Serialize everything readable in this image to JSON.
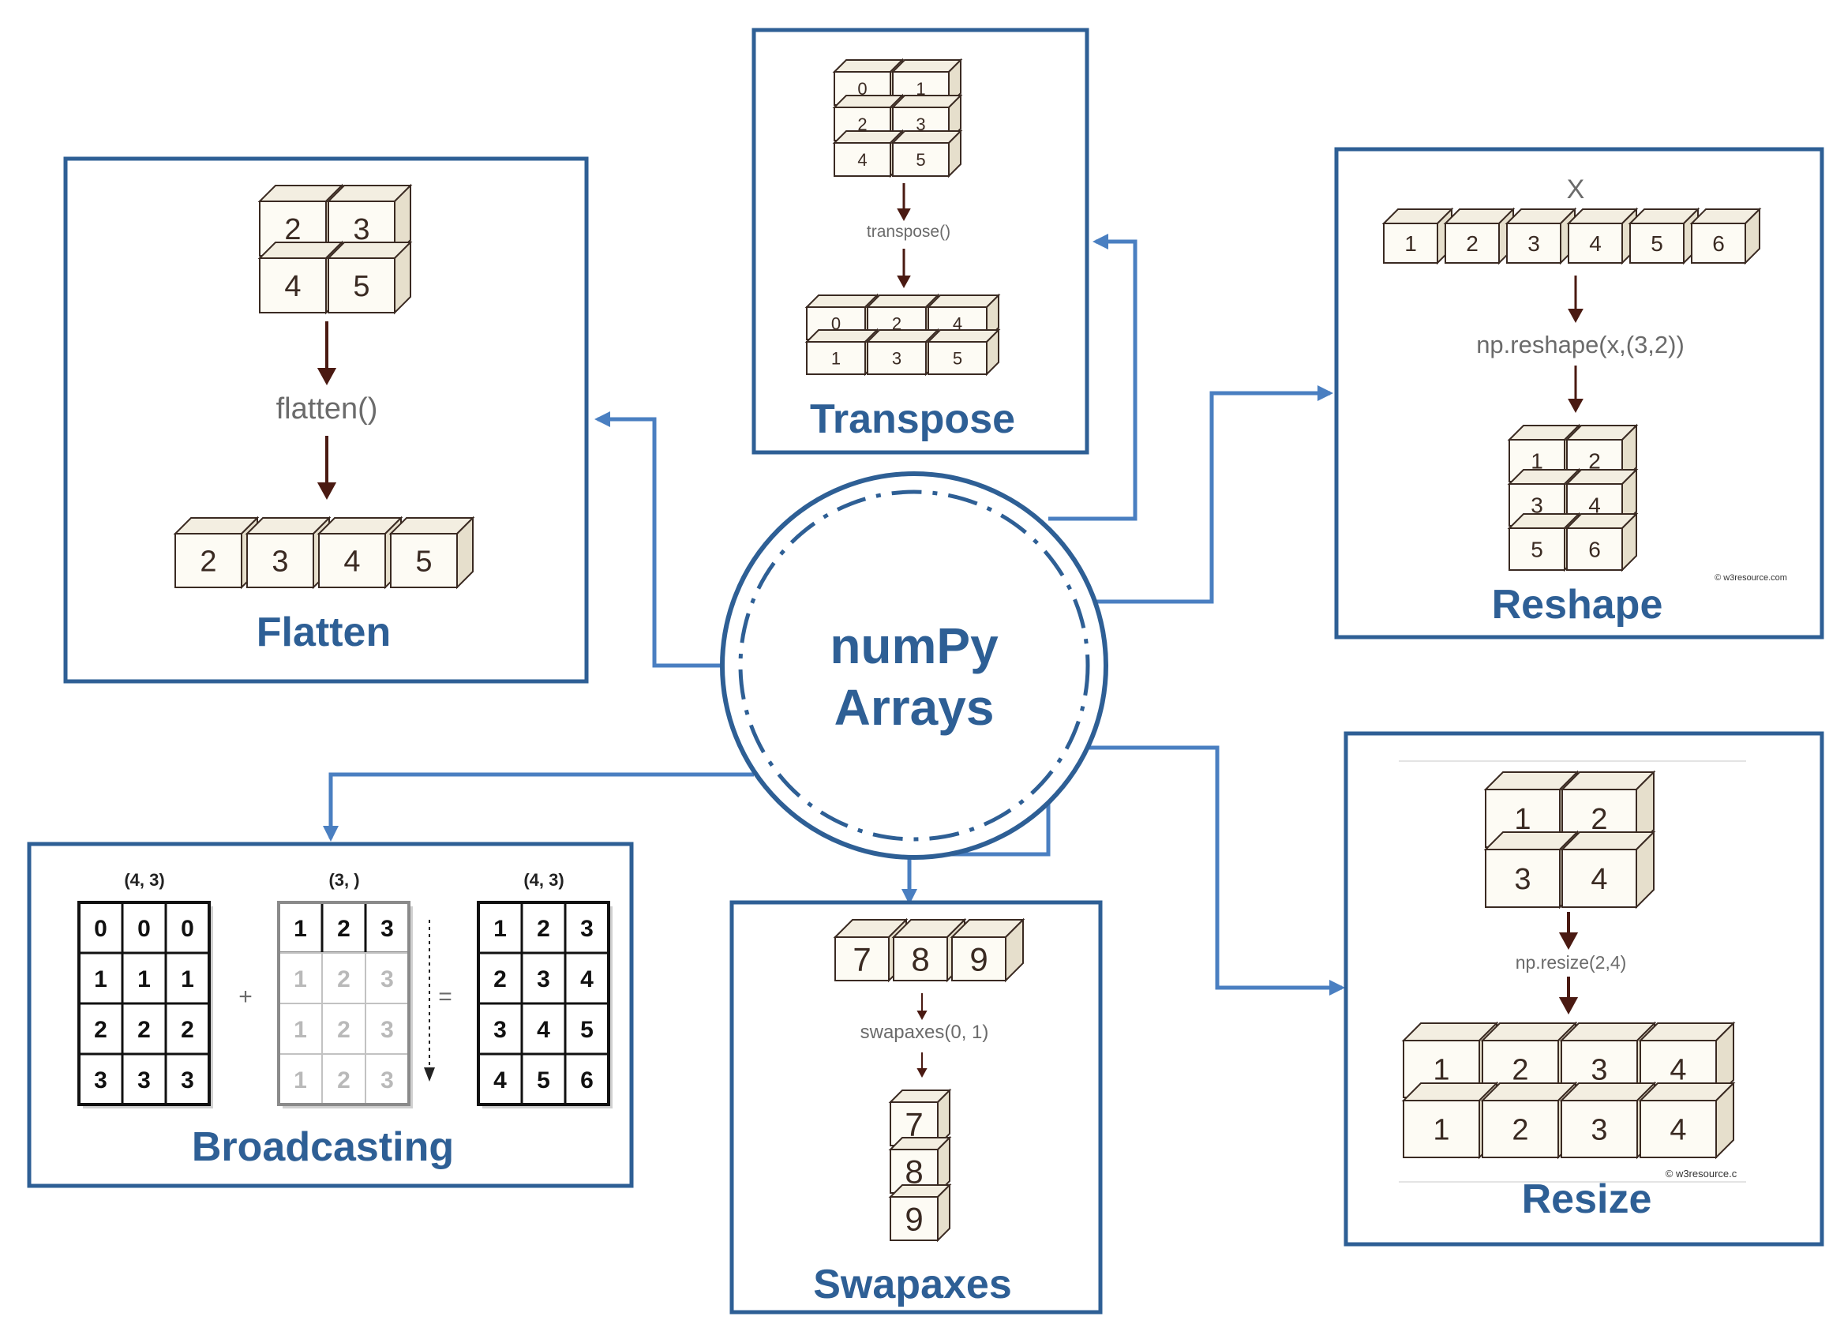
{
  "center": {
    "line1": "numPy",
    "line2": "Arrays"
  },
  "panels": {
    "flatten": {
      "title": "Flatten",
      "operation": "flatten()",
      "input": [
        [
          "2",
          "3"
        ],
        [
          "4",
          "5"
        ]
      ],
      "output": [
        "2",
        "3",
        "4",
        "5"
      ]
    },
    "transpose": {
      "title": "Transpose",
      "operation": "transpose()",
      "input": [
        [
          "0",
          "1"
        ],
        [
          "2",
          "3"
        ],
        [
          "4",
          "5"
        ]
      ],
      "output": [
        [
          "0",
          "2",
          "4"
        ],
        [
          "1",
          "3",
          "5"
        ]
      ]
    },
    "reshape": {
      "title": "Reshape",
      "variable": "X",
      "operation": "np.reshape(x,(3,2))",
      "input": [
        "1",
        "2",
        "3",
        "4",
        "5",
        "6"
      ],
      "output": [
        [
          "1",
          "2"
        ],
        [
          "3",
          "4"
        ],
        [
          "5",
          "6"
        ]
      ],
      "watermark": "© w3resource.com"
    },
    "broadcasting": {
      "title": "Broadcasting",
      "plus": "+",
      "equals": "=",
      "a": {
        "shape": "(4, 3)",
        "rows": [
          [
            "0",
            "0",
            "0"
          ],
          [
            "1",
            "1",
            "1"
          ],
          [
            "2",
            "2",
            "2"
          ],
          [
            "3",
            "3",
            "3"
          ]
        ]
      },
      "b": {
        "shape": "(3, )",
        "rows": [
          [
            "1",
            "2",
            "3"
          ],
          [
            "1",
            "2",
            "3"
          ],
          [
            "1",
            "2",
            "3"
          ],
          [
            "1",
            "2",
            "3"
          ]
        ]
      },
      "c": {
        "shape": "(4, 3)",
        "rows": [
          [
            "1",
            "2",
            "3"
          ],
          [
            "2",
            "3",
            "4"
          ],
          [
            "3",
            "4",
            "5"
          ],
          [
            "4",
            "5",
            "6"
          ]
        ]
      }
    },
    "swapaxes": {
      "title": "Swapaxes",
      "operation": "swapaxes(0, 1)",
      "input": [
        "7",
        "8",
        "9"
      ],
      "output": [
        "7",
        "8",
        "9"
      ]
    },
    "resize": {
      "title": "Resize",
      "operation": "np.resize(2,4)",
      "input": [
        [
          "1",
          "2"
        ],
        [
          "3",
          "4"
        ]
      ],
      "output": [
        [
          "1",
          "2",
          "3",
          "4"
        ],
        [
          "1",
          "2",
          "3",
          "4"
        ]
      ],
      "watermark": "© w3resource.c"
    }
  },
  "colors": {
    "panel_border": "#2e5f95",
    "connector": "#4a7fc1",
    "arrow": "#4a1a12",
    "cube_face": "#fdfbf4",
    "cube_edge": "#3a2a22"
  }
}
